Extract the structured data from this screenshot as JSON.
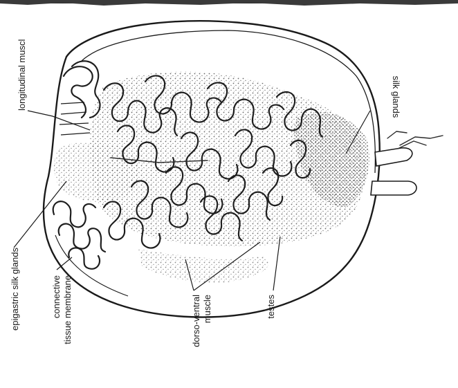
{
  "labels": {
    "longitudinal_muscle": "longitudinal muscl",
    "silk_glands": "silk glands",
    "epigastric_silk_glands": "epigastric silk glands",
    "connective_tissue_line1": "connective",
    "connective_tissue_line2": "tissue membrane",
    "dorso_ventral_line1": "dorso-ventral",
    "dorso_ventral_line2": "muscle",
    "testes": "testes"
  },
  "colors": {
    "ink": "#1a1a1a",
    "paper": "#ffffff",
    "stipple": "#555555"
  }
}
